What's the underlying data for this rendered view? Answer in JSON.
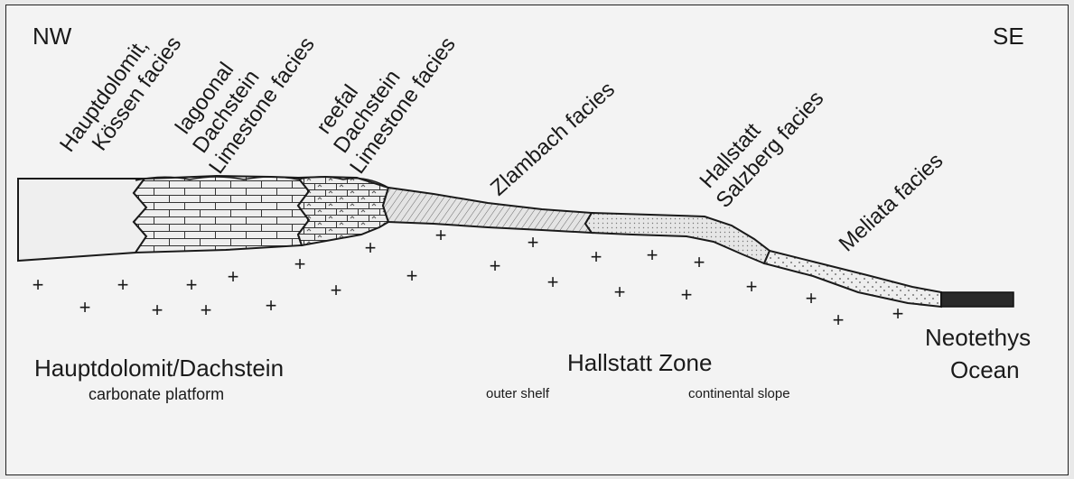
{
  "orientation": {
    "left": "NW",
    "right": "SE"
  },
  "facies": {
    "kossen": [
      "Hauptdolomit,",
      "Kössen facies"
    ],
    "lagoonal": [
      "lagoonal",
      "Dachstein",
      "Limestone facies"
    ],
    "reefal": [
      "reefal",
      "Dachstein",
      "Limestone facies"
    ],
    "zlambach": "Zlambach facies",
    "salzberg": [
      "Hallstatt",
      "Salzberg facies"
    ],
    "meliata": "Meliata facies"
  },
  "zones": {
    "platform_title": "Hauptdolomit/Dachstein",
    "platform_sub": "carbonate platform",
    "hallstatt_title": "Hallstatt Zone",
    "outer_shelf": "outer shelf",
    "continental_slope": "continental slope",
    "ocean_line1": "Neotethys",
    "ocean_line2": "Ocean"
  },
  "symbols": {
    "basement": "+"
  },
  "colors": {
    "ink": "#1a1a1a",
    "paper": "#f3f3f3",
    "ocean_crust": "#2a2a2a"
  }
}
